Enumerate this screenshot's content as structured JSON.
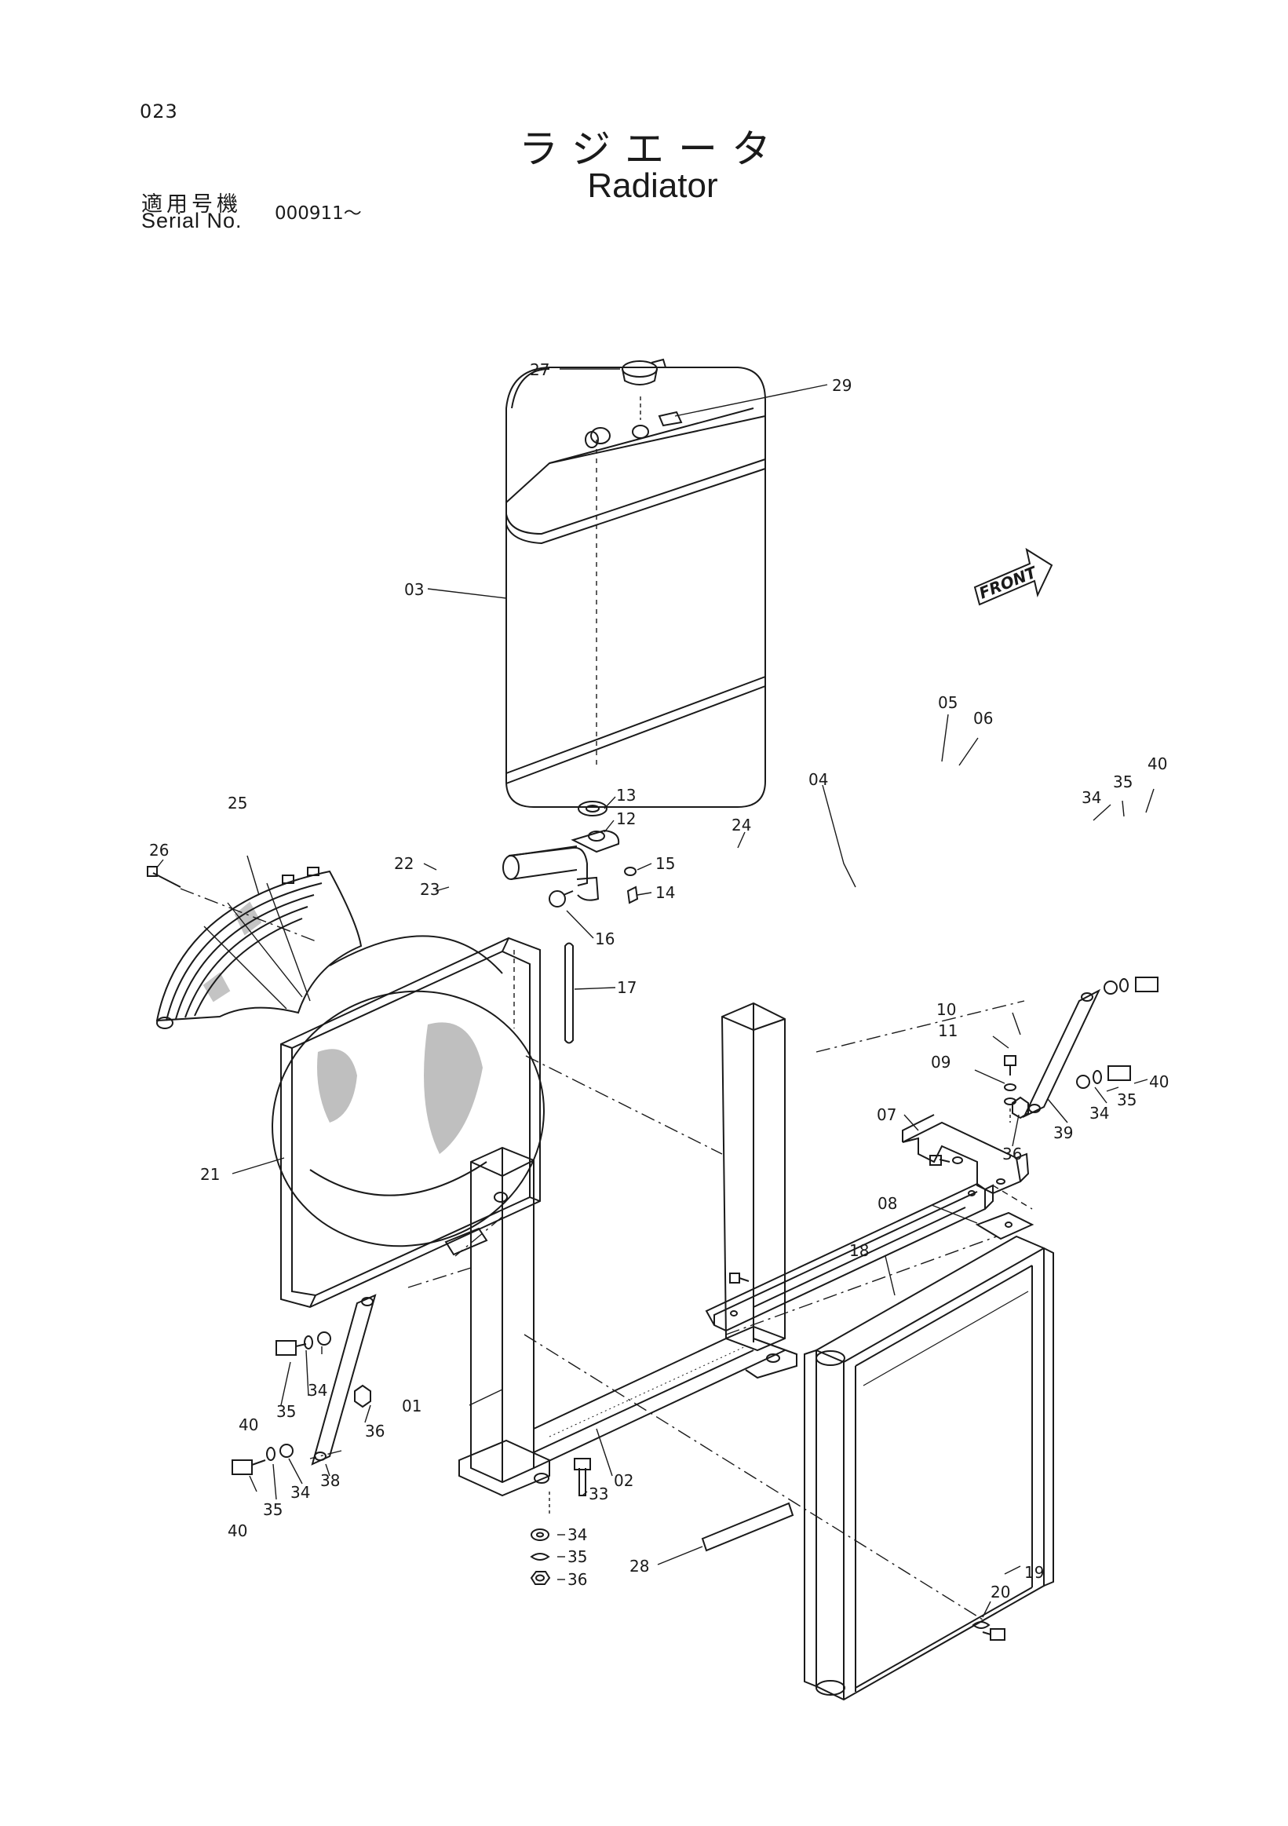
{
  "header": {
    "page_number": "023",
    "title_jp": "ラジエータ",
    "title_en": "Radiator",
    "serial_label_jp": "適用号機",
    "serial_label_en": "Serial No.",
    "serial_value": "000911～"
  },
  "direction_label": "FRONT",
  "callouts": {
    "c01": "01",
    "c02": "02",
    "c03": "03",
    "c04": "04",
    "c05": "05",
    "c06": "06",
    "c07": "07",
    "c08": "08",
    "c09": "09",
    "c10": "10",
    "c11": "11",
    "c12": "12",
    "c13": "13",
    "c14": "14",
    "c15": "15",
    "c16": "16",
    "c17": "17",
    "c18": "18",
    "c19": "19",
    "c20": "20",
    "c21": "21",
    "c22": "22",
    "c23": "23",
    "c24": "24",
    "c25": "25",
    "c26": "26",
    "c27": "27",
    "c28": "28",
    "c29": "29",
    "c33": "33",
    "c34": "34",
    "c35": "35",
    "c36": "36",
    "c38": "38",
    "c39": "39",
    "c40": "40"
  }
}
